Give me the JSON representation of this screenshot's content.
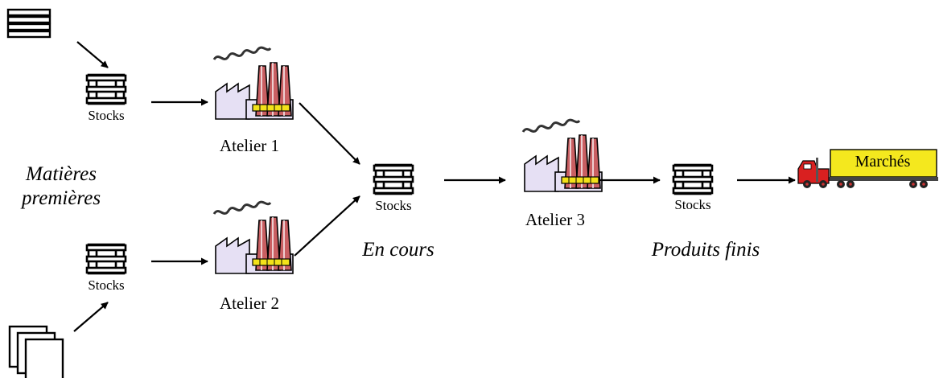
{
  "labels": {
    "stocks": "Stocks",
    "atelier_1": "Atelier 1",
    "atelier_2": "Atelier 2",
    "atelier_3": "Atelier 3",
    "matieres_line1": "Matières",
    "matieres_line2": "premières",
    "en_cours": "En cours",
    "produits_finis": "Produits finis",
    "marches": "Marchés"
  },
  "colors": {
    "factory_body": "#e6e0f4",
    "chimney": "#c95f62",
    "window_strip": "#f3e21a",
    "truck_trailer": "#f4e81e",
    "truck_cab": "#d92020",
    "stroke": "#000000"
  },
  "icons": {
    "stock": "stock-pile-icon",
    "factory": "factory-icon",
    "truck": "delivery-truck-icon",
    "raw_bars": "raw-material-bars-icon",
    "raw_sheets": "raw-material-sheets-icon"
  }
}
